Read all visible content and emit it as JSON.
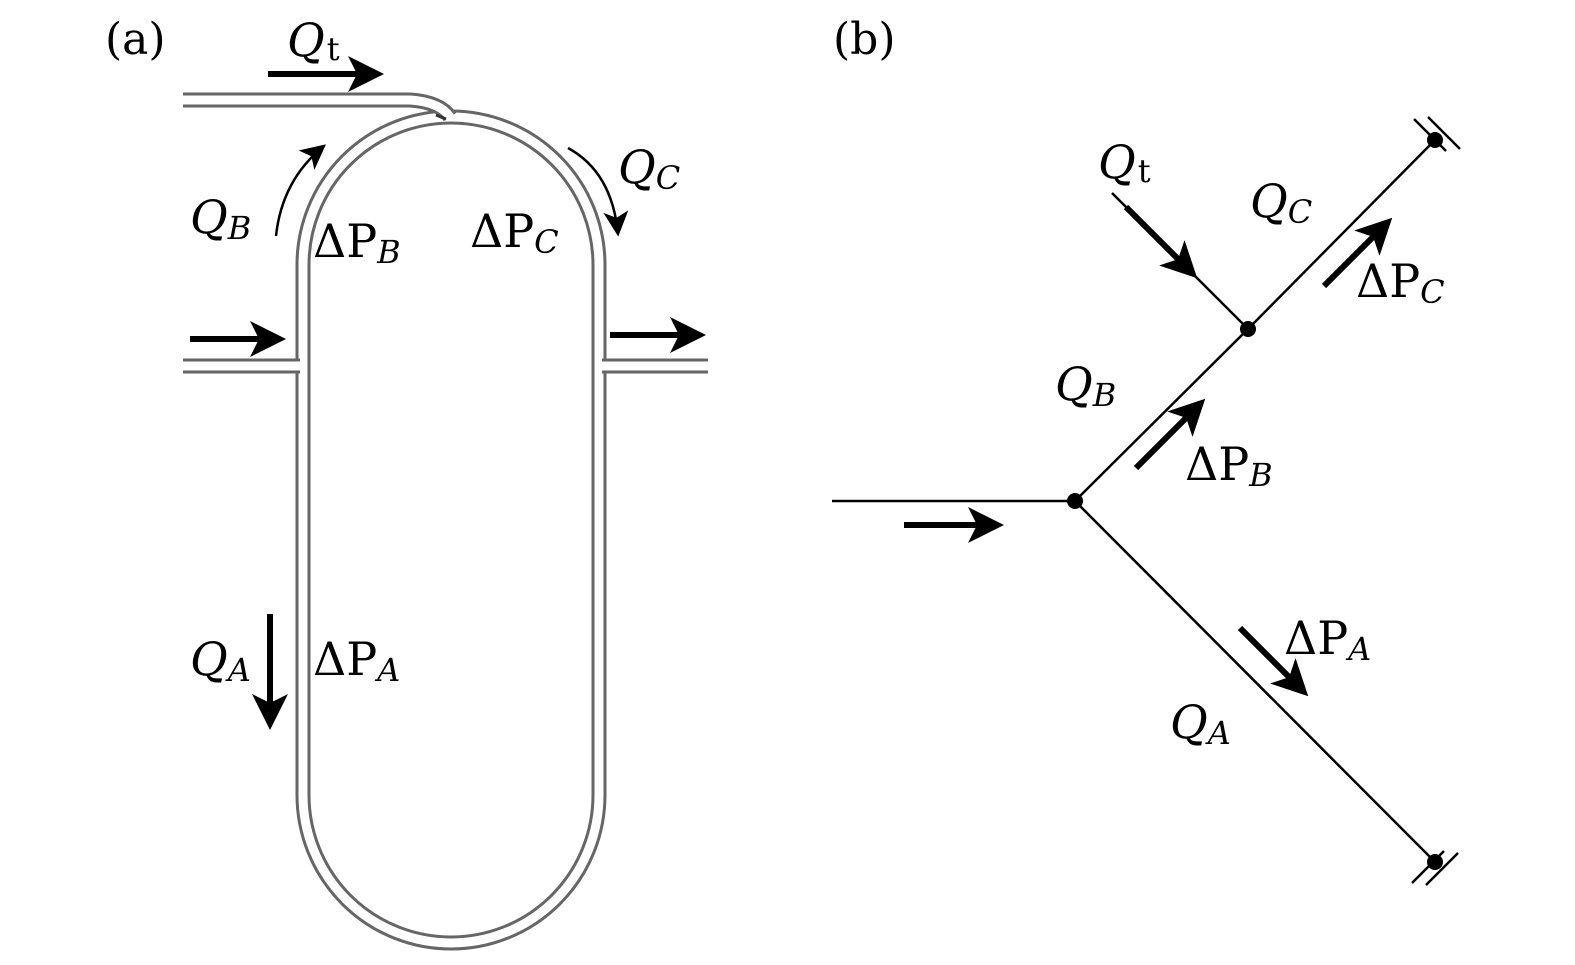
{
  "panels": {
    "a": {
      "label": "(a)"
    },
    "b": {
      "label": "(b)"
    }
  },
  "symbols": {
    "Q": "Q",
    "delta_P": "ΔP",
    "P": "P",
    "sub_t": "t",
    "sub_A": "A",
    "sub_B": "B",
    "sub_C": "C"
  },
  "colors": {
    "ink": "#000000",
    "channel_wall": "#666666",
    "background": "#ffffff"
  }
}
